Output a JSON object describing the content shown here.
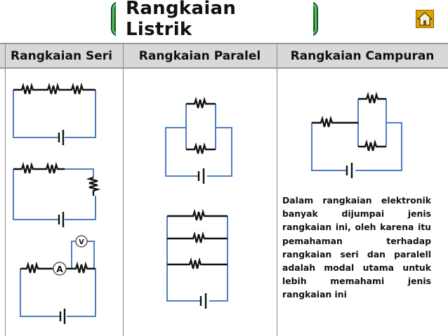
{
  "title": "Rangkaian Listrik",
  "home": {
    "icon": "home-icon"
  },
  "columns": [
    {
      "label": "Rangkaian Seri"
    },
    {
      "label": "Rangkaian Paralel"
    },
    {
      "label": "Rangkaian Campuran"
    }
  ],
  "meters": {
    "voltmeter": "V",
    "ammeter": "A"
  },
  "description": "Dalam rangkaian elektronik banyak dijumpai jenis rangkaian ini, oleh karena itu pemahaman terhadap rangkaian seri dan paralell adalah modal utama untuk lebih memahami jenis rangkaian ini",
  "colors": {
    "wire_blue": "#4f7fc0",
    "resistor": "#111111",
    "header_bg": "#d8d8d8",
    "title_green": "#1a8a2b",
    "home_orange": "#e0a400"
  }
}
